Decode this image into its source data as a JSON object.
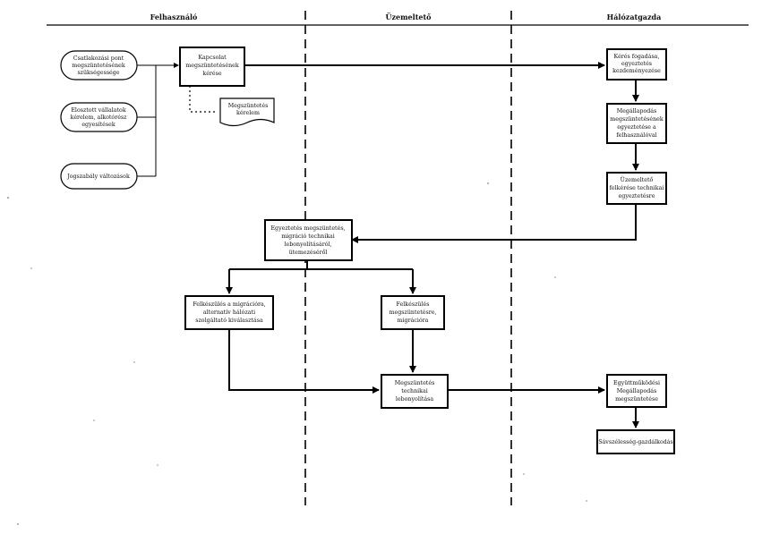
{
  "lanes": {
    "user": "Felhasználó",
    "operator": "Üzemeltető",
    "provider": "Hálózatgazda"
  },
  "inputs": {
    "i1": [
      "Csatlakozási pont",
      "megszüntetésének",
      "szükségessége"
    ],
    "i2": [
      "Elosztott vállalatok",
      "kérelem, alkotórész",
      "egyesítések"
    ],
    "i3": [
      "Jogszabály változások"
    ]
  },
  "nodes": {
    "n1": [
      "Kapcsolat",
      "megszüntetésének",
      "kérése"
    ],
    "doc": [
      "Megszüntetés",
      "kérelem"
    ],
    "n2": [
      "Kérés fogadása,",
      "egyeztetés",
      "kezdeményezése"
    ],
    "n3": [
      "Megállapodás",
      "megszüntetésének",
      "egyeztetése a",
      "felhasználóval"
    ],
    "n4": [
      "Üzemeltető",
      "felkérése technikai",
      "egyeztetésre"
    ],
    "n5": [
      "Egyeztetés megszüntetés,",
      "migráció technikai",
      "lebonyolításáról,",
      "ütemezéséről"
    ],
    "n6": [
      "Felkészülés a migrációra,",
      "alternatív hálózati",
      "szolgáltató kiválasztása"
    ],
    "n7": [
      "Felkészülés",
      "megszüntetésre,",
      "migrációra"
    ],
    "n8": [
      "Megszüntetés",
      "technikai",
      "lebonyolítása"
    ],
    "n9": [
      "Együttműködési",
      "Megállapodás",
      "megszüntetése"
    ],
    "n10": [
      "Sávszélesség-gazdálkodás"
    ]
  }
}
